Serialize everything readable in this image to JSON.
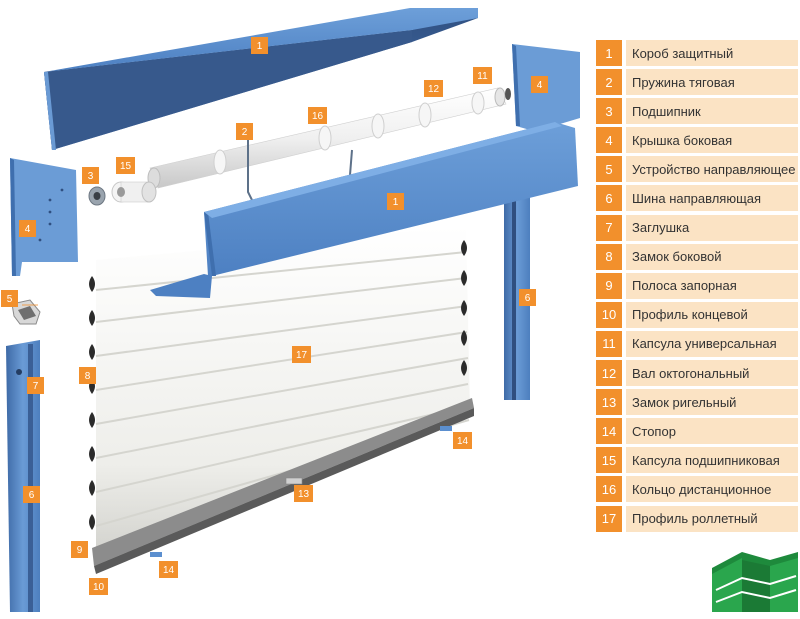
{
  "legend": [
    {
      "num": "1",
      "label": "Короб защитный"
    },
    {
      "num": "2",
      "label": "Пружина тяговая"
    },
    {
      "num": "3",
      "label": "Подшипник"
    },
    {
      "num": "4",
      "label": "Крышка боковая"
    },
    {
      "num": "5",
      "label": "Устройство направляющее"
    },
    {
      "num": "6",
      "label": "Шина направляющая"
    },
    {
      "num": "7",
      "label": "Заглушка"
    },
    {
      "num": "8",
      "label": "Замок боковой"
    },
    {
      "num": "9",
      "label": "Полоса запорная"
    },
    {
      "num": "10",
      "label": "Профиль концевой"
    },
    {
      "num": "11",
      "label": "Капсула универсальная"
    },
    {
      "num": "12",
      "label": "Вал октогональный"
    },
    {
      "num": "13",
      "label": "Замок ригельный"
    },
    {
      "num": "14",
      "label": "Стопор"
    },
    {
      "num": "15",
      "label": "Капсула подшипниковая"
    },
    {
      "num": "16",
      "label": "Кольцо дистанционное"
    },
    {
      "num": "17",
      "label": "Профиль роллетный"
    }
  ],
  "callouts": [
    {
      "num": "1"
    },
    {
      "num": "1"
    },
    {
      "num": "2"
    },
    {
      "num": "3"
    },
    {
      "num": "4"
    },
    {
      "num": "4"
    },
    {
      "num": "5"
    },
    {
      "num": "6"
    },
    {
      "num": "6"
    },
    {
      "num": "7"
    },
    {
      "num": "8"
    },
    {
      "num": "9"
    },
    {
      "num": "10"
    },
    {
      "num": "11"
    },
    {
      "num": "12"
    },
    {
      "num": "13"
    },
    {
      "num": "14"
    },
    {
      "num": "14"
    },
    {
      "num": "15"
    },
    {
      "num": "16"
    },
    {
      "num": "17"
    }
  ],
  "colors": {
    "steel_blue": "#5b8fcf",
    "steel_blue_dark": "#3f6fae",
    "steel_blue_shadow": "#2f4f80",
    "callout_orange": "#f2902c",
    "legend_cell": "#fbe3c4",
    "shutter_white": "#f1f1ef",
    "logo_green": "#1e8a3c"
  },
  "icons": {
    "logo": "green-stairs-logo-icon"
  }
}
